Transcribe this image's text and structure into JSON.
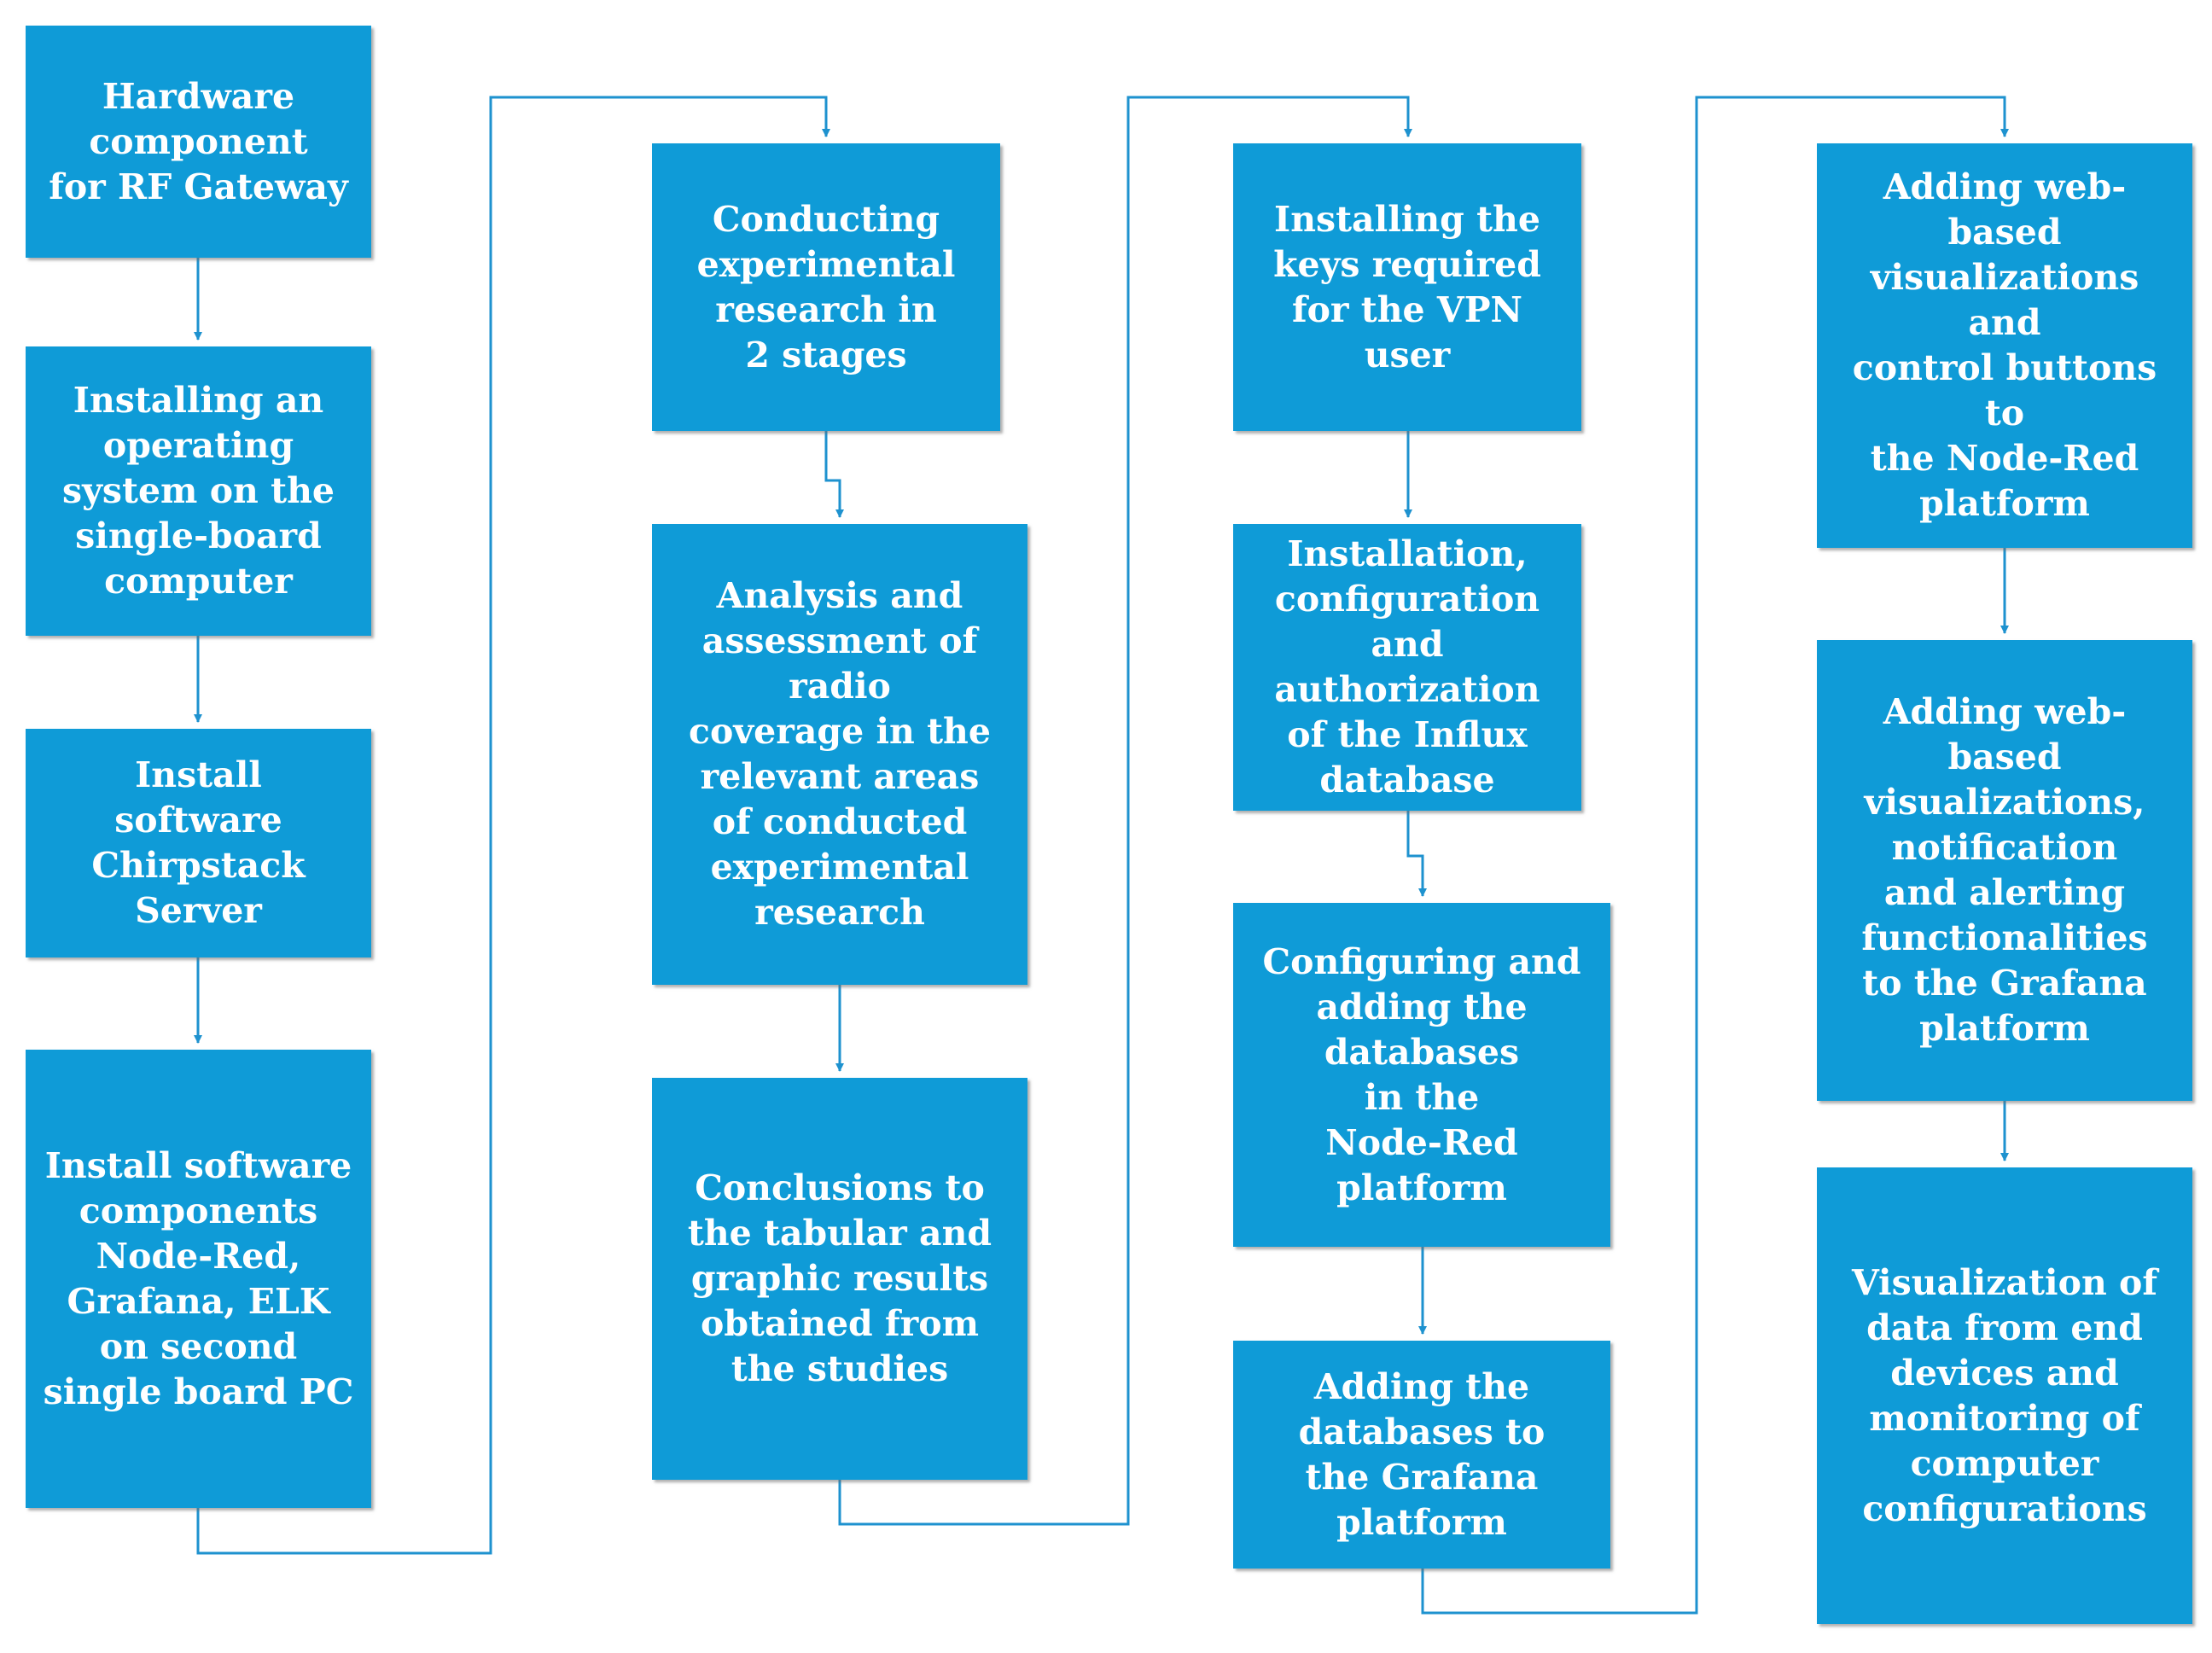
{
  "colors": {
    "box_fill": "#0f9bd7",
    "box_text": "#ffffff",
    "connector": "#1e92cf"
  },
  "steps": {
    "s1": "Hardware\ncomponent\nfor RF Gateway",
    "s2": "Installing an\noperating\nsystem on the\nsingle-board\ncomputer",
    "s3": "Install\nsoftware\nChirpstack\nServer",
    "s4": "Install software\ncomponents\nNode-Red,\nGrafana, ELK\non second\nsingle board PC",
    "s5": "Conducting\nexperimental\nresearch in\n2 stages",
    "s6": "Analysis and\nassessment of radio\ncoverage in the\nrelevant areas\nof conducted\nexperimental\nresearch",
    "s7": "Conclusions to\nthe tabular and\ngraphic results\nobtained from\nthe studies",
    "s8": "Installing the\nkeys required\nfor the VPN user",
    "s9": "Installation,\nconfiguration\nand authorization\nof the Influx\ndatabase",
    "s10": "Configuring and\nadding the\ndatabases\nin the\nNode-Red platform",
    "s11": "Adding the\ndatabases to\nthe Grafana\nplatform",
    "s12": "Adding web-based\nvisualizations and\ncontrol buttons to\nthe Node-Red\nplatform",
    "s13": "Adding web-based\nvisualizations,\nnotification\nand alerting\nfunctionalities\nto the Grafana\nplatform",
    "s14": "Visualization of\ndata from end\ndevices and\nmonitoring of\ncomputer\nconfigurations"
  }
}
